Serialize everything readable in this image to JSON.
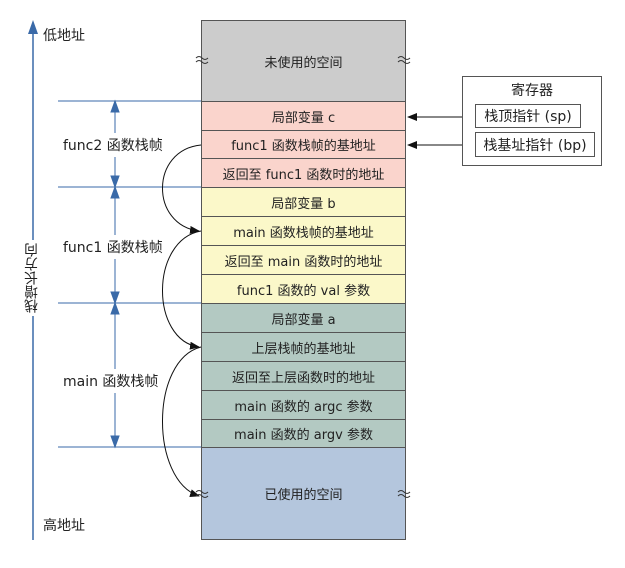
{
  "diagram": {
    "address_labels": {
      "low": "低地址",
      "high": "高地址"
    },
    "growth_direction": "栈增长方向",
    "stack_cells": [
      {
        "text": "未使用的空间",
        "group": "unused"
      },
      {
        "text": "局部变量 c",
        "group": "func2"
      },
      {
        "text": "func1 函数栈帧的基地址",
        "group": "func2"
      },
      {
        "text": "返回至 func1 函数时的地址",
        "group": "func2"
      },
      {
        "text": "局部变量 b",
        "group": "func1"
      },
      {
        "text": "main 函数栈帧的基地址",
        "group": "func1"
      },
      {
        "text": "返回至 main 函数时的地址",
        "group": "func1"
      },
      {
        "text": "func1 函数的 val 参数",
        "group": "func1"
      },
      {
        "text": "局部变量 a",
        "group": "main"
      },
      {
        "text": "上层栈帧的基地址",
        "group": "main"
      },
      {
        "text": "返回至上层函数时的地址",
        "group": "main"
      },
      {
        "text": "main 函数的 argc 参数",
        "group": "main"
      },
      {
        "text": "main 函数的 argv 参数",
        "group": "main"
      },
      {
        "text": "已使用的空间",
        "group": "used"
      }
    ],
    "frames": [
      {
        "label": "func2 函数栈帧"
      },
      {
        "label": "func1 函数栈帧"
      },
      {
        "label": "main 函数栈帧"
      }
    ],
    "registers": {
      "title": "寄存器",
      "items": [
        {
          "label": "栈顶指针 (sp)",
          "points_to": "局部变量 c"
        },
        {
          "label": "栈基址指针 (bp)",
          "points_to": "func1 函数栈帧的基地址"
        }
      ]
    },
    "colors": {
      "unused": "#cccccc",
      "func2": "#fad4cc",
      "func1": "#fbf8c9",
      "main": "#b3c9c2",
      "used": "#b4c6dd",
      "guide_lines": "#3a6aa8"
    }
  }
}
